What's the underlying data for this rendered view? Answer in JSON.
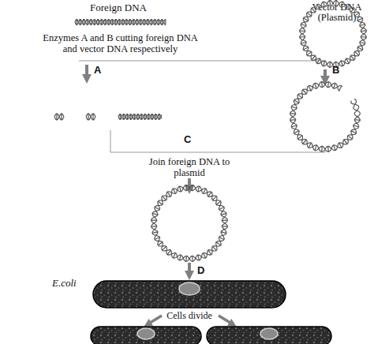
{
  "diagram": {
    "nodes": [
      {
        "text": [
          "Vector DNA (Plasmid)"
        ]
      }
    ],
    "labels": [
      "Foreign DNA",
      "Enzymes A and B cutting foreign DNA and vector DNA respectively",
      "A",
      "B",
      "C",
      "Join foreign DNA to plasmid",
      "D",
      "E.coli",
      "Cells divide"
    ]
  }
}
